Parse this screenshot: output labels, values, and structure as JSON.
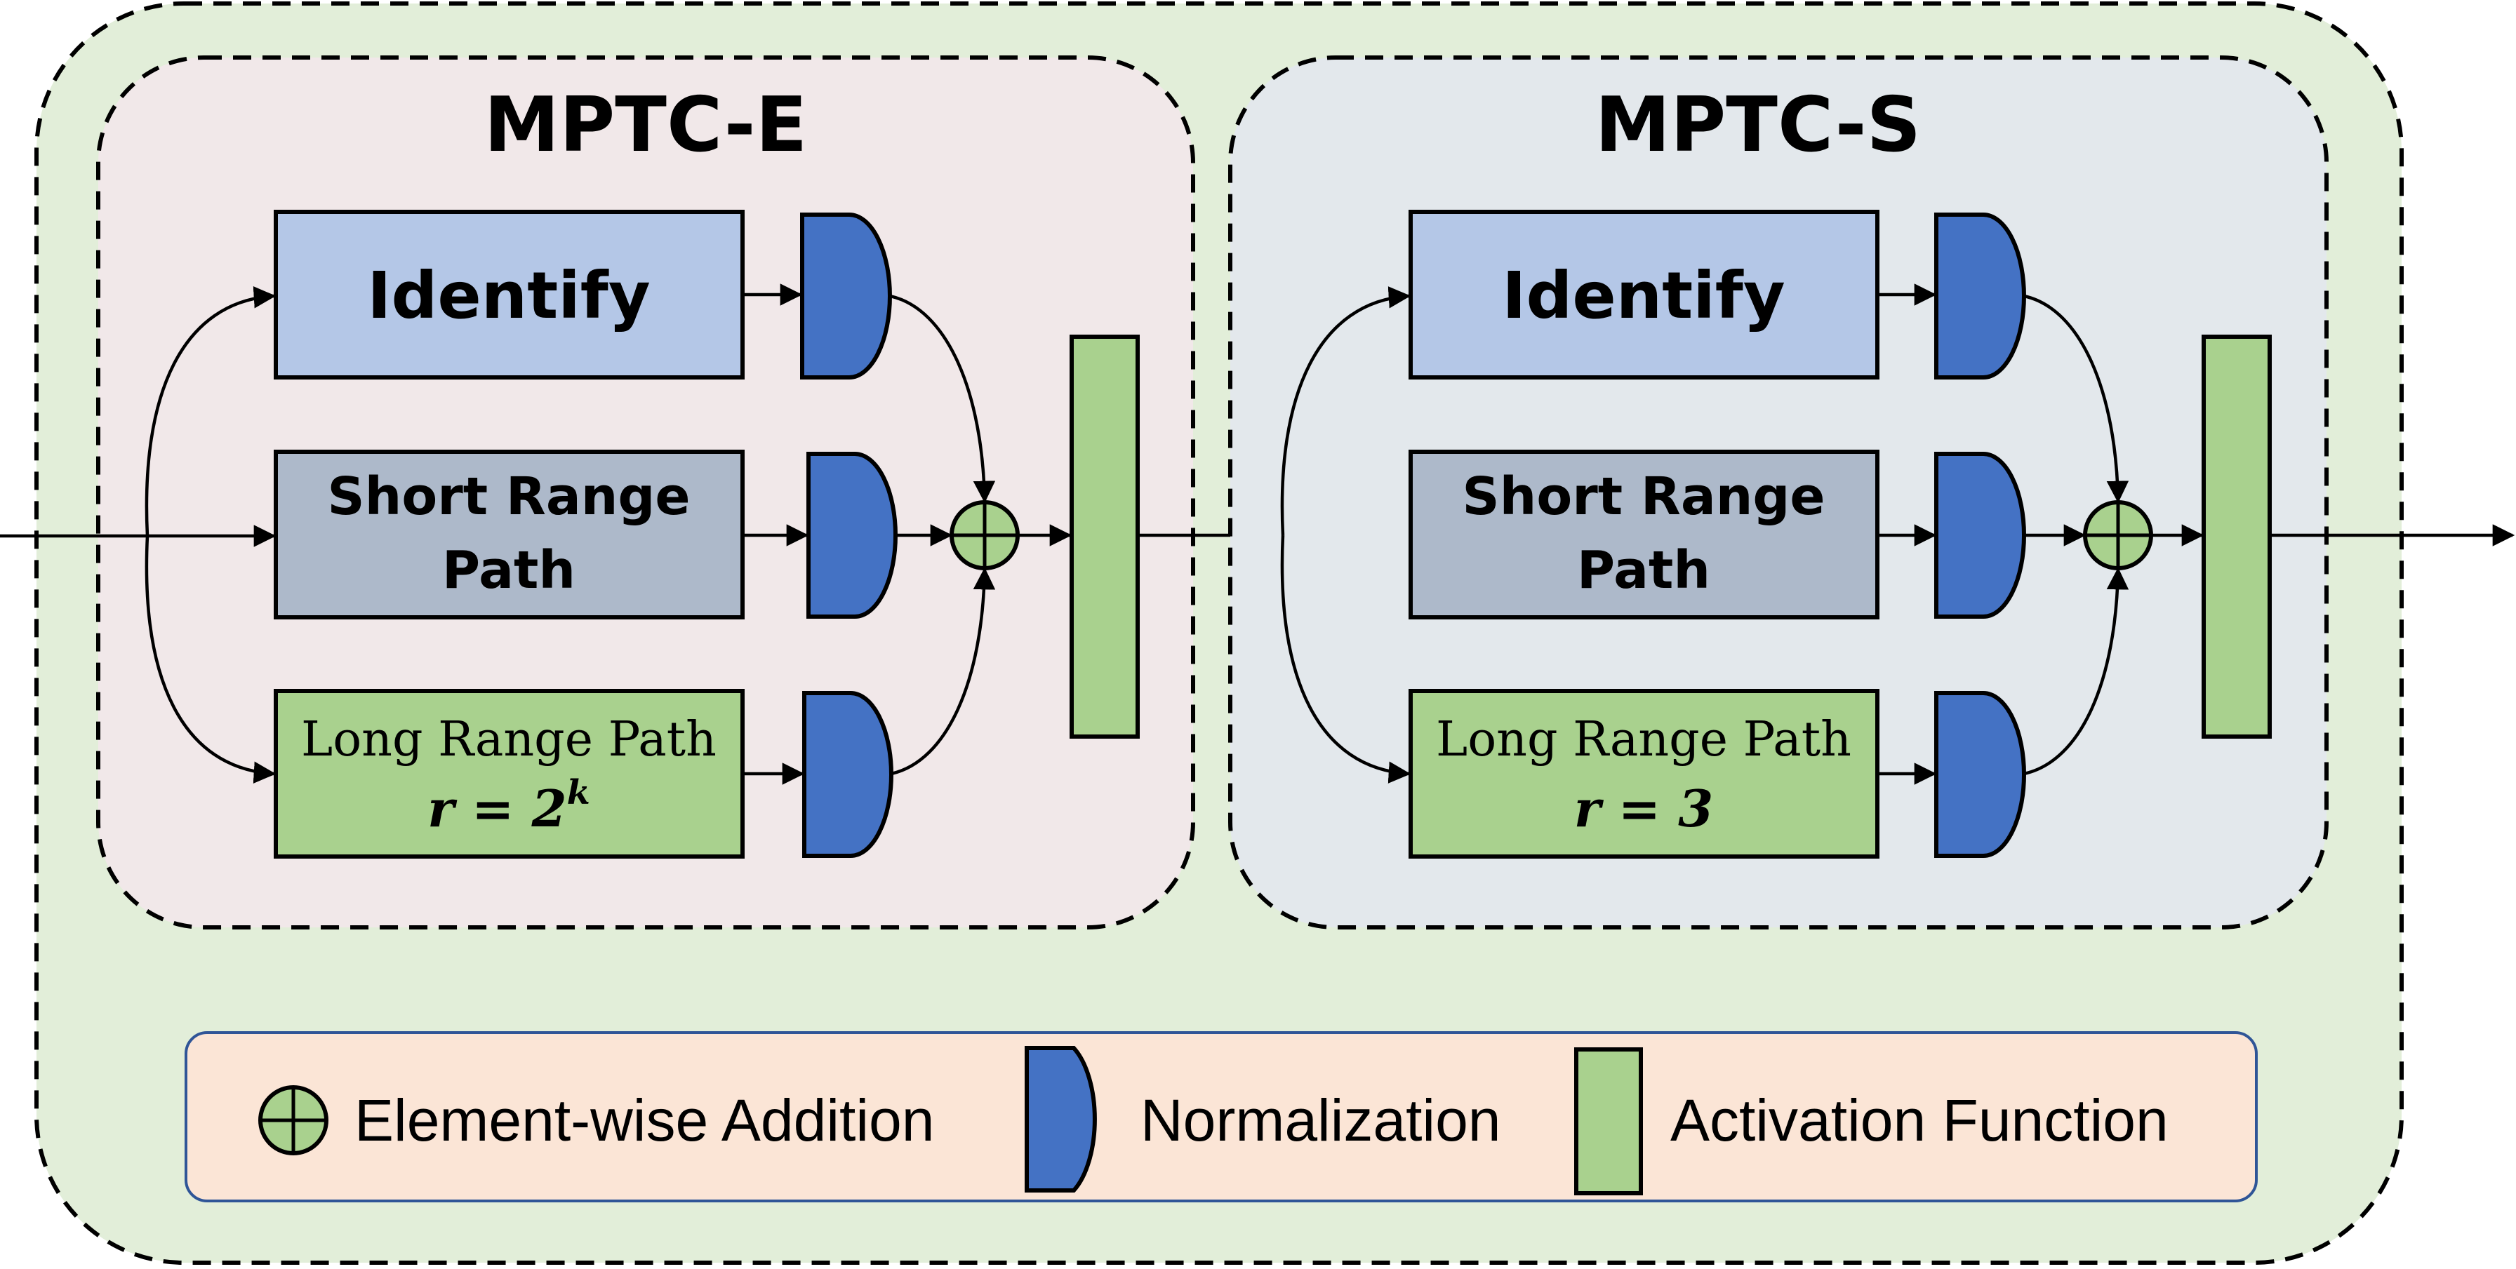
{
  "modules": [
    {
      "title": "MPTC-E",
      "paths": {
        "identify": "Identify",
        "short_line1": "Short Range",
        "short_line2": "Path",
        "long_line1": "Long Range Path",
        "long_formula_lhs": "r = 2",
        "long_formula_sup": "k"
      }
    },
    {
      "title": "MPTC-S",
      "paths": {
        "identify": "Identify",
        "short_line1": "Short Range",
        "short_line2": "Path",
        "long_line1": "Long Range Path",
        "long_formula_lhs": "r = 3",
        "long_formula_sup": ""
      }
    }
  ],
  "legend": {
    "addition": "Element-wise Addition",
    "normalization": "Normalization",
    "activation": "Activation Function"
  },
  "colors": {
    "outer_bg": "#e2eed9",
    "module_e_bg": "#f1e8e9",
    "module_s_bg": "#e3e8ec",
    "identify_fill": "#b4c7e7",
    "short_fill": "#adb9ca",
    "long_fill": "#a9d18e",
    "norm_fill": "#4472c4",
    "activation_fill": "#a9d18e",
    "legend_bg": "#fbe5d6",
    "legend_border": "#2f5597"
  }
}
